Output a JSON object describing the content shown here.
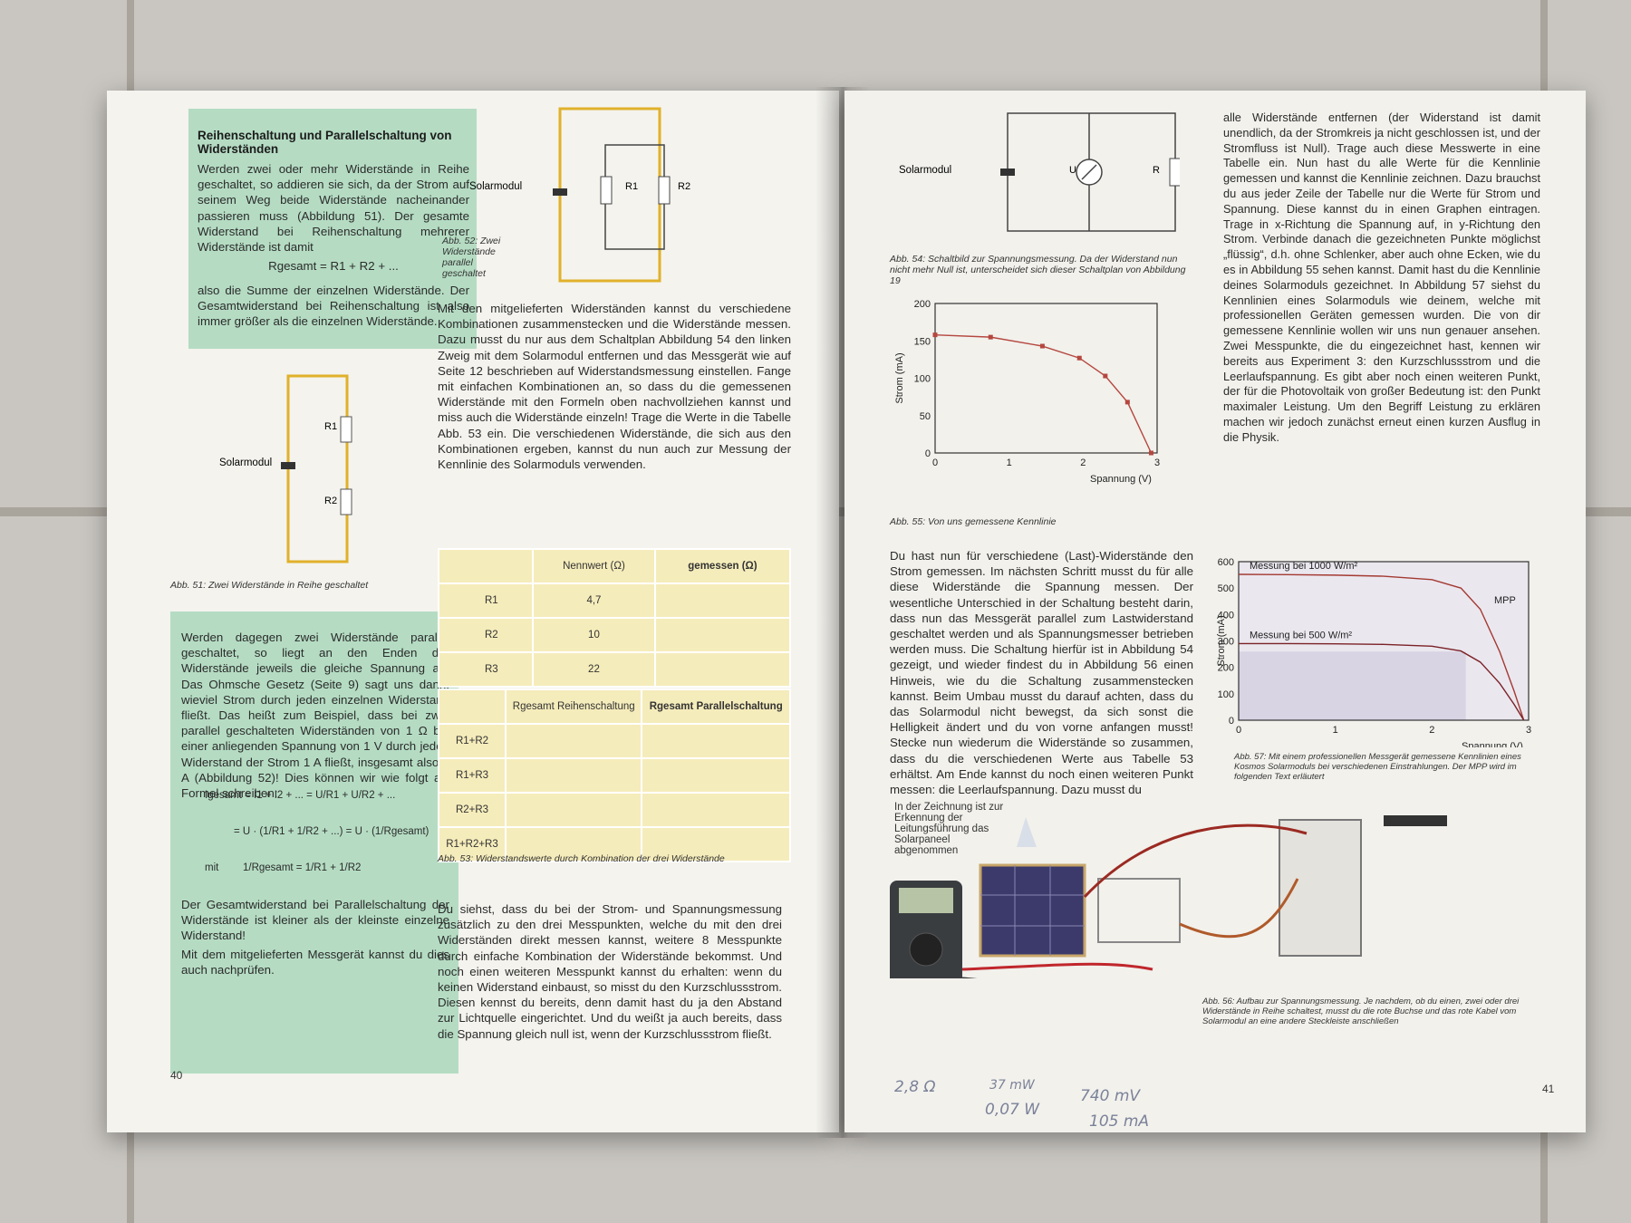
{
  "left_page": {
    "box1": {
      "title": "Reihenschaltung und Parallelschaltung von Widerständen",
      "text": "Werden zwei oder mehr Widerstände in Reihe geschaltet, so addieren sie sich, da der Strom auf seinem Weg beide Widerstände nacheinander passieren muss (Abbildung 51). Der gesamte Widerstand bei Reihenschaltung mehrerer Widerstände ist damit",
      "formula": "Rgesamt = R1 + R2 + ...",
      "text2": "also die Summe der einzelnen Widerstände. Der Gesamtwiderstand bei Reihenschaltung ist also immer größer als die einzelnen Widerstände."
    },
    "fig51": {
      "solar_label": "Solarmodul",
      "r1": "R1",
      "r2": "R2",
      "caption": "Abb. 51: Zwei Widerstände in Reihe geschaltet"
    },
    "box2": {
      "text": "Werden dagegen zwei Widerstände parallel geschaltet, so liegt an den Enden der Widerstände jeweils die gleiche Spannung an. Das Ohmsche Gesetz (Seite 9) sagt uns dann, wieviel Strom durch jeden einzelnen Widerstand fließt. Das heißt zum Beispiel, dass bei zwei parallel geschalteten Widerständen von 1 Ω bei einer anliegenden Spannung von 1 V durch jeden Widerstand der Strom 1 A fließt, insgesamt also 2 A (Abbildung 52)! Dies können wir wie folgt als Formel schreiben:",
      "formula1": "Igesamt = I1 + I2 + ... = U/R1 + U/R2 + ...",
      "formula2": "= U · (1/R1 + 1/R2 + ...) = U · (1/Rgesamt)",
      "formula3_mit": "mit",
      "formula3": "1/Rgesamt = 1/R1 + 1/R2",
      "text2": "Der Gesamtwiderstand bei Parallelschaltung der Widerstände ist kleiner als der kleinste einzelne Widerstand!",
      "text3": "Mit dem mitgelieferten Messgerät kannst du dies auch nachprüfen."
    },
    "fig52": {
      "solar_label": "Solarmodul",
      "r1": "R1",
      "r2": "R2",
      "caption": "Abb. 52: Zwei Widerstände parallel geschaltet"
    },
    "para1": "Mit den mitgelieferten Widerständen kannst du verschiedene Kombinationen zusammenstecken und die Widerstände messen. Dazu musst du nur aus dem Schaltplan Abbildung 54 den linken Zweig mit dem Solarmodul entfernen und das Messgerät wie auf Seite 12 beschrieben auf Widerstandsmessung einstellen. Fange mit einfachen Kombinationen an, so dass du die gemessenen Widerstände mit den Formeln oben nachvollziehen kannst und miss auch die Widerstände einzeln! Trage die Werte in die Tabelle Abb. 53 ein. Die verschiedenen Widerstände, die sich aus den Kombinationen ergeben, kannst du nun auch zur Messung der Kennlinie des Solarmoduls verwenden.",
    "table1": {
      "headers": [
        "Nennwert (Ω)",
        "gemessen (Ω)"
      ],
      "rows": [
        {
          "name": "R1",
          "nominal": "4,7"
        },
        {
          "name": "R2",
          "nominal": "10"
        },
        {
          "name": "R3",
          "nominal": "22"
        }
      ]
    },
    "table2": {
      "headers": [
        "Rgesamt Reihenschaltung",
        "Rgesamt Parallelschaltung"
      ],
      "rows": [
        "R1+R2",
        "R1+R3",
        "R2+R3",
        "R1+R2+R3"
      ]
    },
    "fig53_caption": "Abb. 53: Widerstandswerte durch Kombination der drei Widerstände",
    "para2": "Du siehst, dass du bei der Strom- und Spannungsmessung zusätzlich zu den drei Messpunkten, welche du mit den drei Widerständen direkt messen kannst, weitere 8 Messpunkte durch einfache Kombination der Widerstände bekommst. Und noch einen weiteren Messpunkt kannst du erhalten: wenn du keinen Widerstand einbaust, so misst du den Kurzschlussstrom. Diesen kennst du bereits, denn damit hast du ja den Abstand zur Lichtquelle eingerichtet. Und du weißt ja auch bereits, dass die Spannung gleich null ist, wenn der Kurzschlussstrom fließt.",
    "page_number": "40"
  },
  "right_page": {
    "fig54": {
      "solar_label": "Solarmodul",
      "u": "U",
      "r": "R",
      "caption": "Abb. 54: Schaltbild zur Spannungsmessung. Da der Widerstand nun nicht mehr Null ist, unterscheidet sich dieser Schaltplan von Abbildung 19"
    },
    "fig55_caption": "Abb. 55: Von uns gemessene Kennlinie",
    "fig57_caption": "Abb. 57: Mit einem professionellen Messgerät gemessene Kennlinien eines Kosmos Solarmoduls bei verschiedenen Einstrahlungen. Der MPP wird im folgenden Text erläutert",
    "col_right_text": "alle Widerstände entfernen (der Widerstand ist damit unendlich, da der Stromkreis ja nicht geschlossen ist, und der Stromfluss ist Null). Trage auch diese Messwerte in eine Tabelle ein. Nun hast du alle Werte für die Kennlinie gemessen und kannst die Kennlinie zeichnen. Dazu brauchst du aus jeder Zeile der Tabelle nur die Werte für Strom und Spannung. Diese kannst du in einen Graphen eintragen. Trage in x-Richtung die Spannung auf, in y-Richtung den Strom. Verbinde danach die gezeichneten Punkte möglichst „flüssig“, d.h. ohne Schlenker, aber auch ohne Ecken, wie du es in Abbildung 55 sehen kannst. Damit hast du die Kennlinie deines Solarmoduls gezeichnet. In Abbildung 57 siehst du Kennlinien eines Solarmoduls wie deinem, welche mit professionellen Geräten gemessen wurden. Die von dir gemessene Kennlinie wollen wir uns nun genauer ansehen. Zwei Messpunkte, die du eingezeichnet hast, kennen wir bereits aus Experiment 3: den Kurzschlussstrom und die Leerlaufspannung. Es gibt aber noch einen weiteren Punkt, der für die Photovoltaik von großer Bedeutung ist: den Punkt maximaler Leistung. Um den Begriff Leistung zu erklären machen wir jedoch zunächst erneut einen kurzen Ausflug in die Physik.",
    "col_left_text": "Du hast nun für verschiedene (Last)-Widerstände den Strom gemessen. Im nächsten Schritt musst du für alle diese Widerstände die Spannung messen. Der wesentliche Unterschied in der Schaltung besteht darin, dass nun das Messgerät parallel zum Lastwiderstand geschaltet werden und als Spannungsmesser betrieben werden muss. Die Schaltung hierfür ist in Abbildung 54 gezeigt, und wieder findest du in Abbildung 56 einen Hinweis, wie du die Schaltung zusammenstecken kannst. Beim Umbau musst du darauf achten, dass du das Solarmodul nicht bewegst, da sich sonst die Helligkeit ändert und du von vorne anfangen musst! Stecke nun wiederum die Widerstände so zusammen, dass du die verschiedenen Werte aus Tabelle 53 erhältst. Am Ende kannst du noch einen weiteren Punkt messen: die Leerlaufspannung. Dazu musst du",
    "fig56_note": "In der Zeichnung ist zur Erkennung der Leitungsführung das Solarpaneel abgenommen",
    "fig56_caption": "Abb. 56: Aufbau zur Spannungsmessung. Je nachdem, ob du einen, zwei oder drei Widerstände in Reihe schaltest, musst du die rote Buchse und das rote Kabel vom Solarmodul an eine andere Steckleiste anschließen",
    "page_number": "41",
    "handwriting": [
      "2,8 Ω",
      "37 mW",
      "0,07 W",
      "740 mV",
      "105 mA"
    ]
  },
  "chart_data": [
    {
      "type": "line",
      "title": "",
      "xlabel": "Spannung (V)",
      "ylabel": "Strom (mA)",
      "xlim": [
        0,
        3
      ],
      "ylim": [
        0,
        200
      ],
      "xticks": [
        "0",
        "1",
        "2",
        "3"
      ],
      "yticks": [
        "0",
        "50",
        "100",
        "150",
        "200"
      ],
      "x": [
        0,
        0.75,
        1.45,
        1.95,
        2.3,
        2.6,
        2.92
      ],
      "series": [
        {
          "values": [
            158,
            155,
            143,
            127,
            103,
            68,
            0
          ]
        }
      ],
      "grid": false
    },
    {
      "type": "line",
      "title": "",
      "xlabel": "Spannung (V)",
      "ylabel": "Strom (mA)",
      "xlim": [
        0,
        3
      ],
      "ylim": [
        0,
        600
      ],
      "xticks": [
        "0",
        "1",
        "2",
        "3"
      ],
      "yticks": [
        "0",
        "100",
        "200",
        "300",
        "400",
        "500",
        "600"
      ],
      "x": [
        0,
        0.5,
        1,
        1.5,
        2,
        2.3,
        2.5,
        2.7,
        2.85,
        2.95
      ],
      "series": [
        {
          "name": "Messung bei 1000 W/m²",
          "values": [
            552,
            551,
            549,
            545,
            532,
            500,
            420,
            260,
            110,
            0
          ]
        },
        {
          "name": "Messung bei 500 W/m²",
          "values": [
            290,
            290,
            289,
            287,
            280,
            262,
            220,
            140,
            60,
            0
          ]
        }
      ],
      "annotations": [
        "MPP"
      ],
      "grid": false
    }
  ]
}
